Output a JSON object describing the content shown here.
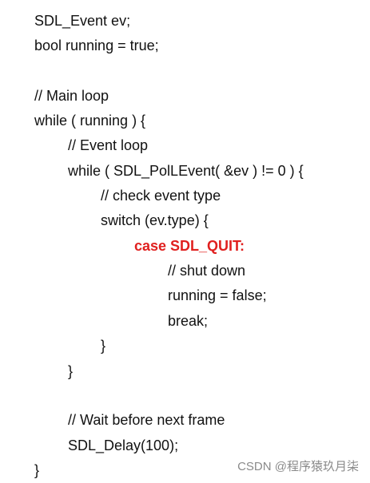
{
  "code_lines": [
    "SDL_Event ev;",
    "bool running = true;",
    "// Main loop",
    "while ( running ) {",
    "// Event loop",
    "while ( SDL_PolLEvent( &ev ) != 0 ) {",
    "// check event type",
    "switch (ev.type) {",
    "case SDL_QUIT:",
    "// shut down",
    "running = false;",
    "break;",
    "}",
    "}",
    "// Wait before next frame",
    "SDL_Delay(100);",
    "}"
  ],
  "highlight_color": "#e0201f",
  "watermark": "CSDN @程序猿玖月柒"
}
